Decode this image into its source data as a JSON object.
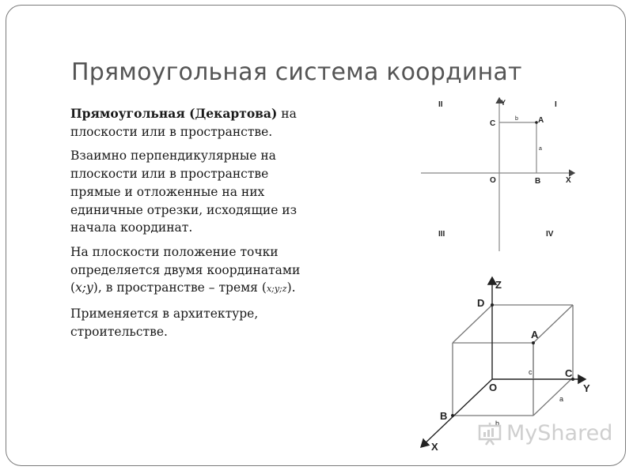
{
  "slide": {
    "title": "Прямоугольная система координат",
    "paragraphs": {
      "p1_bold": "Прямоугольная (Декартова)",
      "p1_rest": "на плоскости или в пространстве.",
      "p2": "Взаимно перпендикулярные на плоскости или в пространстве прямые и отложенные на них единичные отрезки, исходящие из начала координат.",
      "p3_a": "На плоскости положение точки определяется двумя координатами (",
      "p3_xy": "x;y",
      "p3_b": "), в пространстве – тремя (",
      "p3_xyz": "x;y;z",
      "p3_c": ").",
      "p4": "Применяется в архитектуре, строительстве."
    }
  },
  "plane_diagram": {
    "quadrants": [
      "II",
      "I",
      "III",
      "IV"
    ],
    "axis_y": "Y",
    "axis_x": "X",
    "origin": "O",
    "point_a": "A",
    "point_b": "B",
    "point_c": "C",
    "seg_b": "b",
    "seg_a": "a"
  },
  "cube_diagram": {
    "axis_z": "Z",
    "axis_y": "Y",
    "axis_x": "X",
    "origin": "O",
    "point_d": "D",
    "point_a": "A",
    "point_c": "C",
    "point_b": "B",
    "seg_c": "c",
    "seg_a": "a",
    "seg_b": "b"
  },
  "watermark": {
    "text": "MyShared"
  }
}
